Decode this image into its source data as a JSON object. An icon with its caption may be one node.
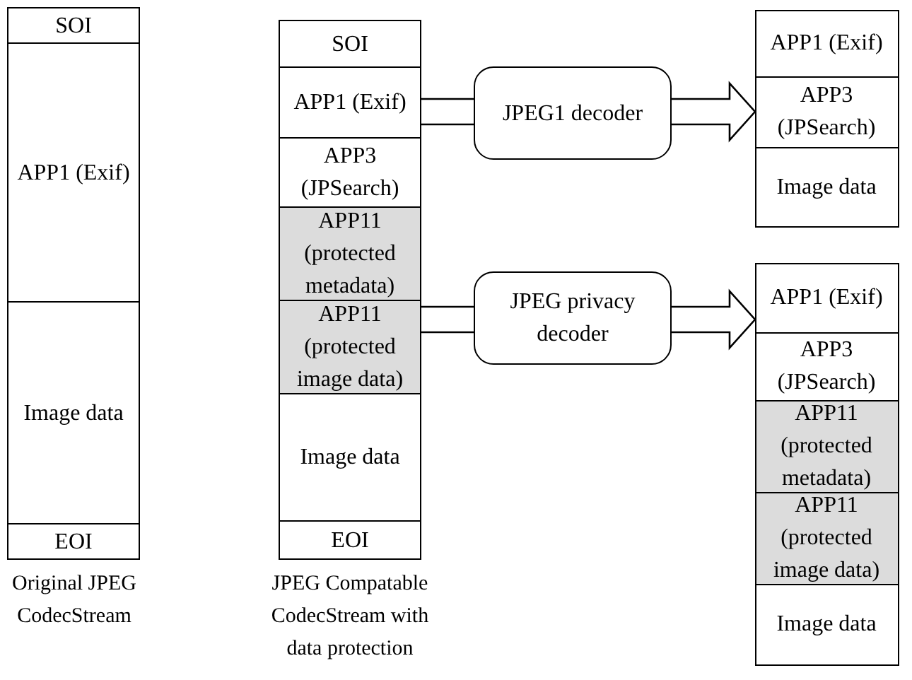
{
  "diagram": {
    "nodes": [
      {
        "text": [
          "SOI"
        ]
      },
      {
        "text": [
          "APP1 (Exif)"
        ]
      },
      {
        "text": [
          "Image data"
        ]
      },
      {
        "text": [
          "EOI"
        ]
      },
      {
        "text": [
          "SOI"
        ]
      },
      {
        "text": [
          "APP1 (Exif)"
        ]
      },
      {
        "text": [
          "APP3 (JPSearch)"
        ]
      },
      {
        "text": [
          "APP11 (protected metadata)"
        ]
      },
      {
        "text": [
          "APP11 (protected image data)"
        ]
      },
      {
        "text": [
          "Image data"
        ]
      },
      {
        "text": [
          "EOI"
        ]
      },
      {
        "text": [
          "JPEG1 decoder"
        ]
      },
      {
        "text": [],
        "shape": "box"
      },
      {
        "text": [
          "APP1 (Exif)"
        ],
        "in": 12
      },
      {
        "text": [
          "APP3 (JPSearch)"
        ],
        "in": 12
      },
      {
        "text": [
          "Image data"
        ],
        "in": 12
      },
      {
        "text": [
          "JPEG privacy decoder"
        ]
      },
      {
        "text": [],
        "shape": "box"
      },
      {
        "text": [
          "APP1 (Exif)"
        ],
        "in": 17
      },
      {
        "text": [
          "APP3 (JPSearch)"
        ],
        "in": 17
      },
      {
        "text": [
          "APP11 (protected metadata)"
        ],
        "in": 17
      },
      {
        "text": [
          "APP11 (protected image data)"
        ],
        "in": 17
      },
      {
        "text": [
          "Image data"
        ],
        "in": 17
      }
    ],
    "edges": [
      {
        "from": 5,
        "to": 11,
        "arrow": "none"
      },
      {
        "from": 11,
        "to": 12,
        "arrow": "to"
      },
      {
        "from": 8,
        "to": 16,
        "arrow": "none"
      },
      {
        "from": 16,
        "to": 17,
        "arrow": "to"
      }
    ],
    "labels": [
      "Original JPEG CodecStream",
      "JPEG Compatable CodecStream with data protection"
    ]
  }
}
